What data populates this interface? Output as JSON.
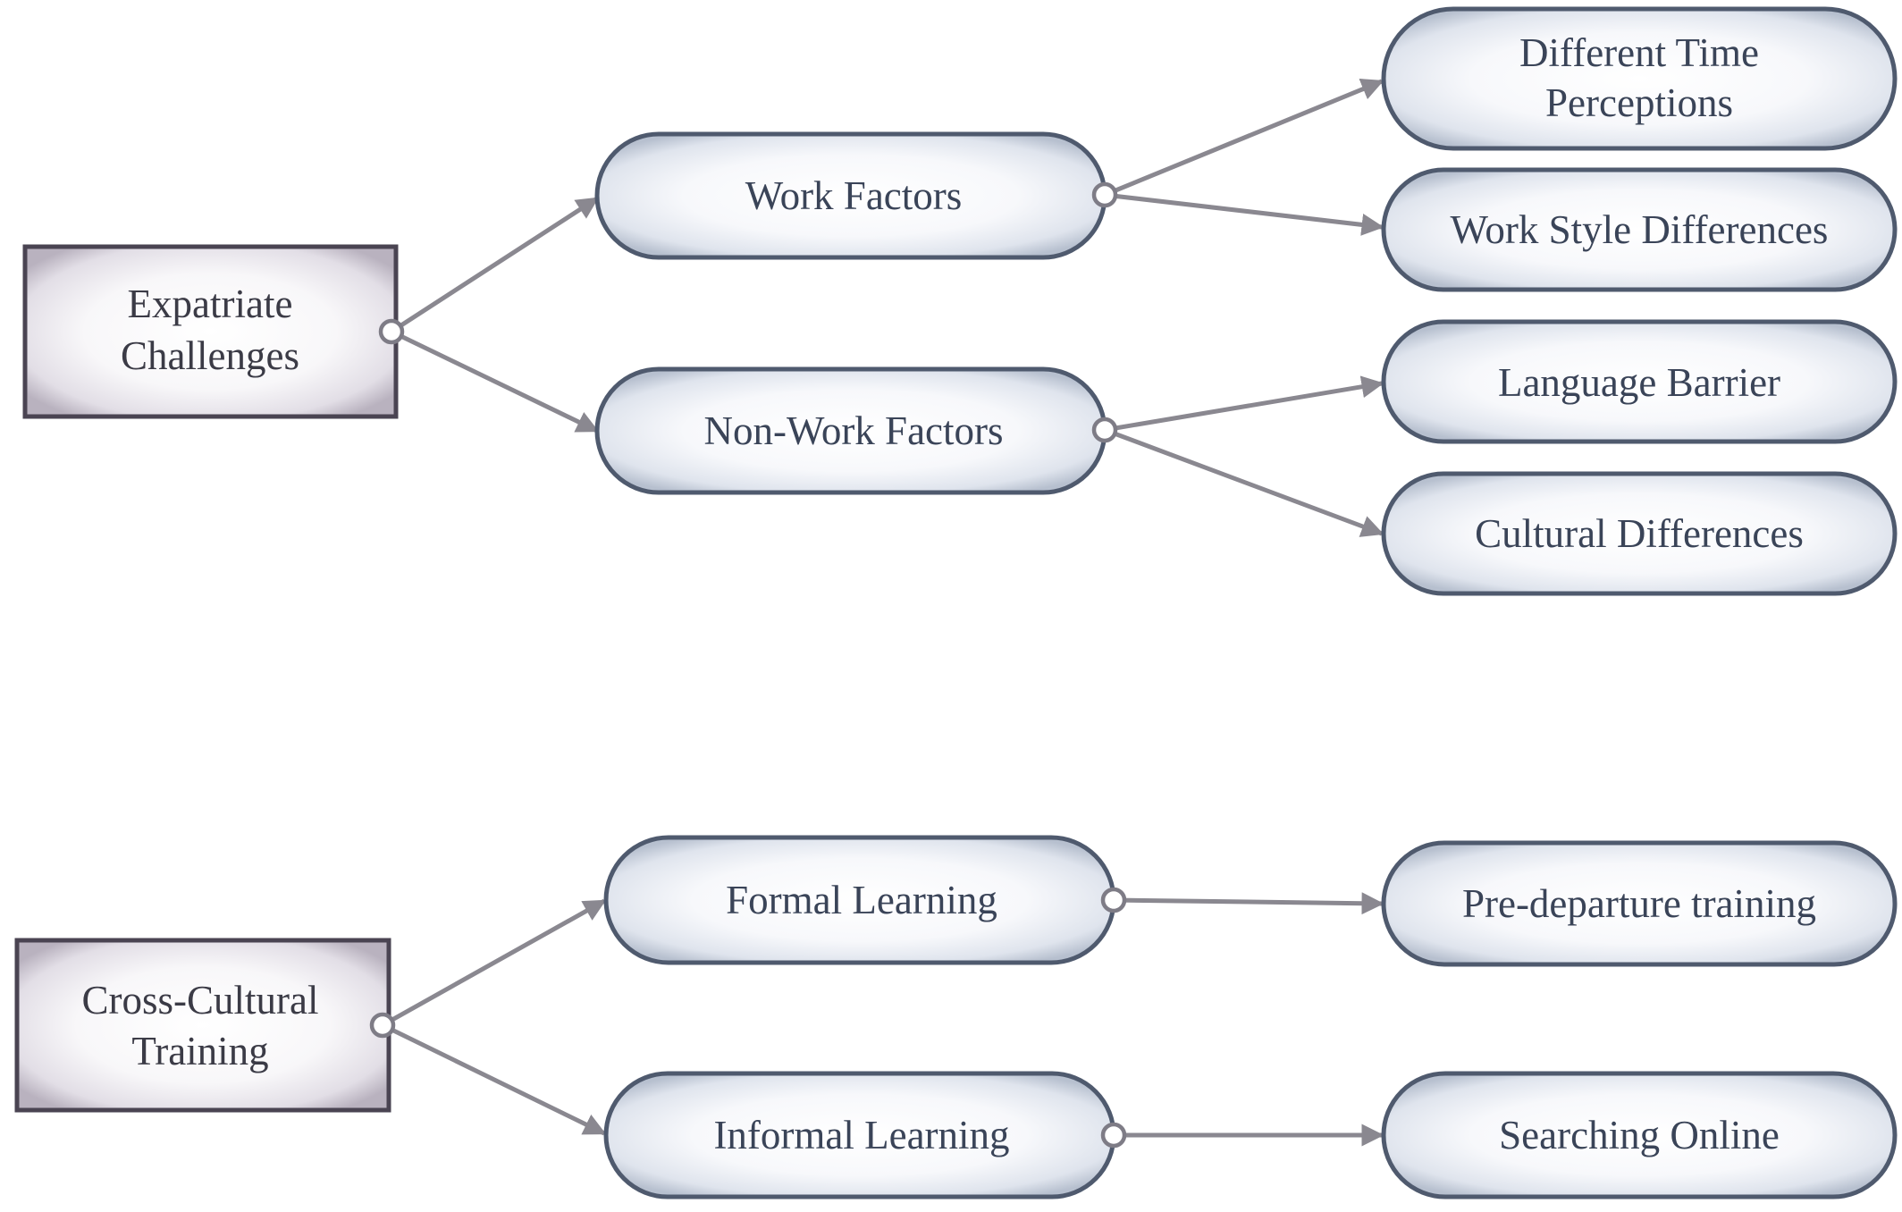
{
  "diagram": {
    "challenges": {
      "root": [
        "Expatriate",
        "Challenges"
      ],
      "work_factors": "Work Factors",
      "non_work_factors": "Non-Work Factors",
      "different_time_perceptions": [
        "Different Time",
        "Perceptions"
      ],
      "work_style_differences": "Work Style Differences",
      "language_barrier": "Language Barrier",
      "cultural_differences": "Cultural Differences"
    },
    "training": {
      "root": [
        "Cross-Cultural",
        "Training"
      ],
      "formal_learning": "Formal Learning",
      "informal_learning": "Informal Learning",
      "pre_departure_training": "Pre-departure training",
      "searching_online": "Searching Online"
    }
  },
  "colors": {
    "root_border": "#4a4452",
    "node_border": "#4f5a6e",
    "edge": "#8a8890",
    "text": "#3a4458"
  }
}
